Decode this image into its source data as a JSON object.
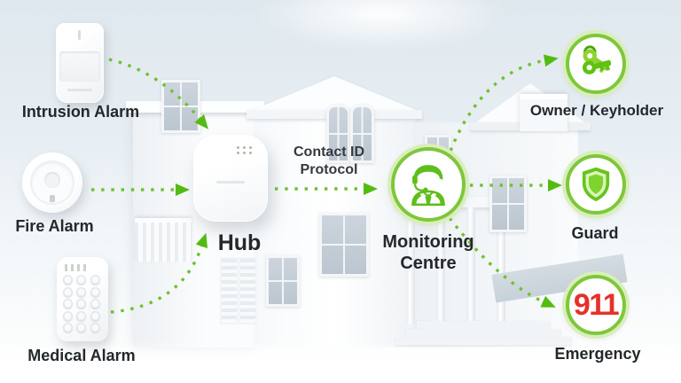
{
  "diagram": {
    "sources": [
      {
        "label": "Intrusion Alarm",
        "icon": "motion-sensor-device"
      },
      {
        "label": "Fire Alarm",
        "icon": "smoke-detector-device"
      },
      {
        "label": "Medical Alarm",
        "icon": "keypad-device"
      }
    ],
    "hub": {
      "label": "Hub"
    },
    "protocol": {
      "line1": "Contact ID",
      "line2": "Protocol"
    },
    "monitoring_centre": {
      "line1": "Monitoring",
      "line2": "Centre",
      "icon": "operator-headset-icon"
    },
    "destinations": [
      {
        "label": "Owner / Keyholder",
        "icon": "keys-icon"
      },
      {
        "label": "Guard",
        "icon": "shield-icon"
      },
      {
        "label": "Emergency",
        "badge": "911",
        "icon": "911-badge"
      }
    ],
    "colors": {
      "arrow_green": "#6fc12d",
      "arrowhead_green": "#54bb12",
      "ring_green": "#7ec73b",
      "ring_glow": "#d9eebb",
      "badge_red": "#e63129",
      "label_text": "#24282b"
    }
  }
}
